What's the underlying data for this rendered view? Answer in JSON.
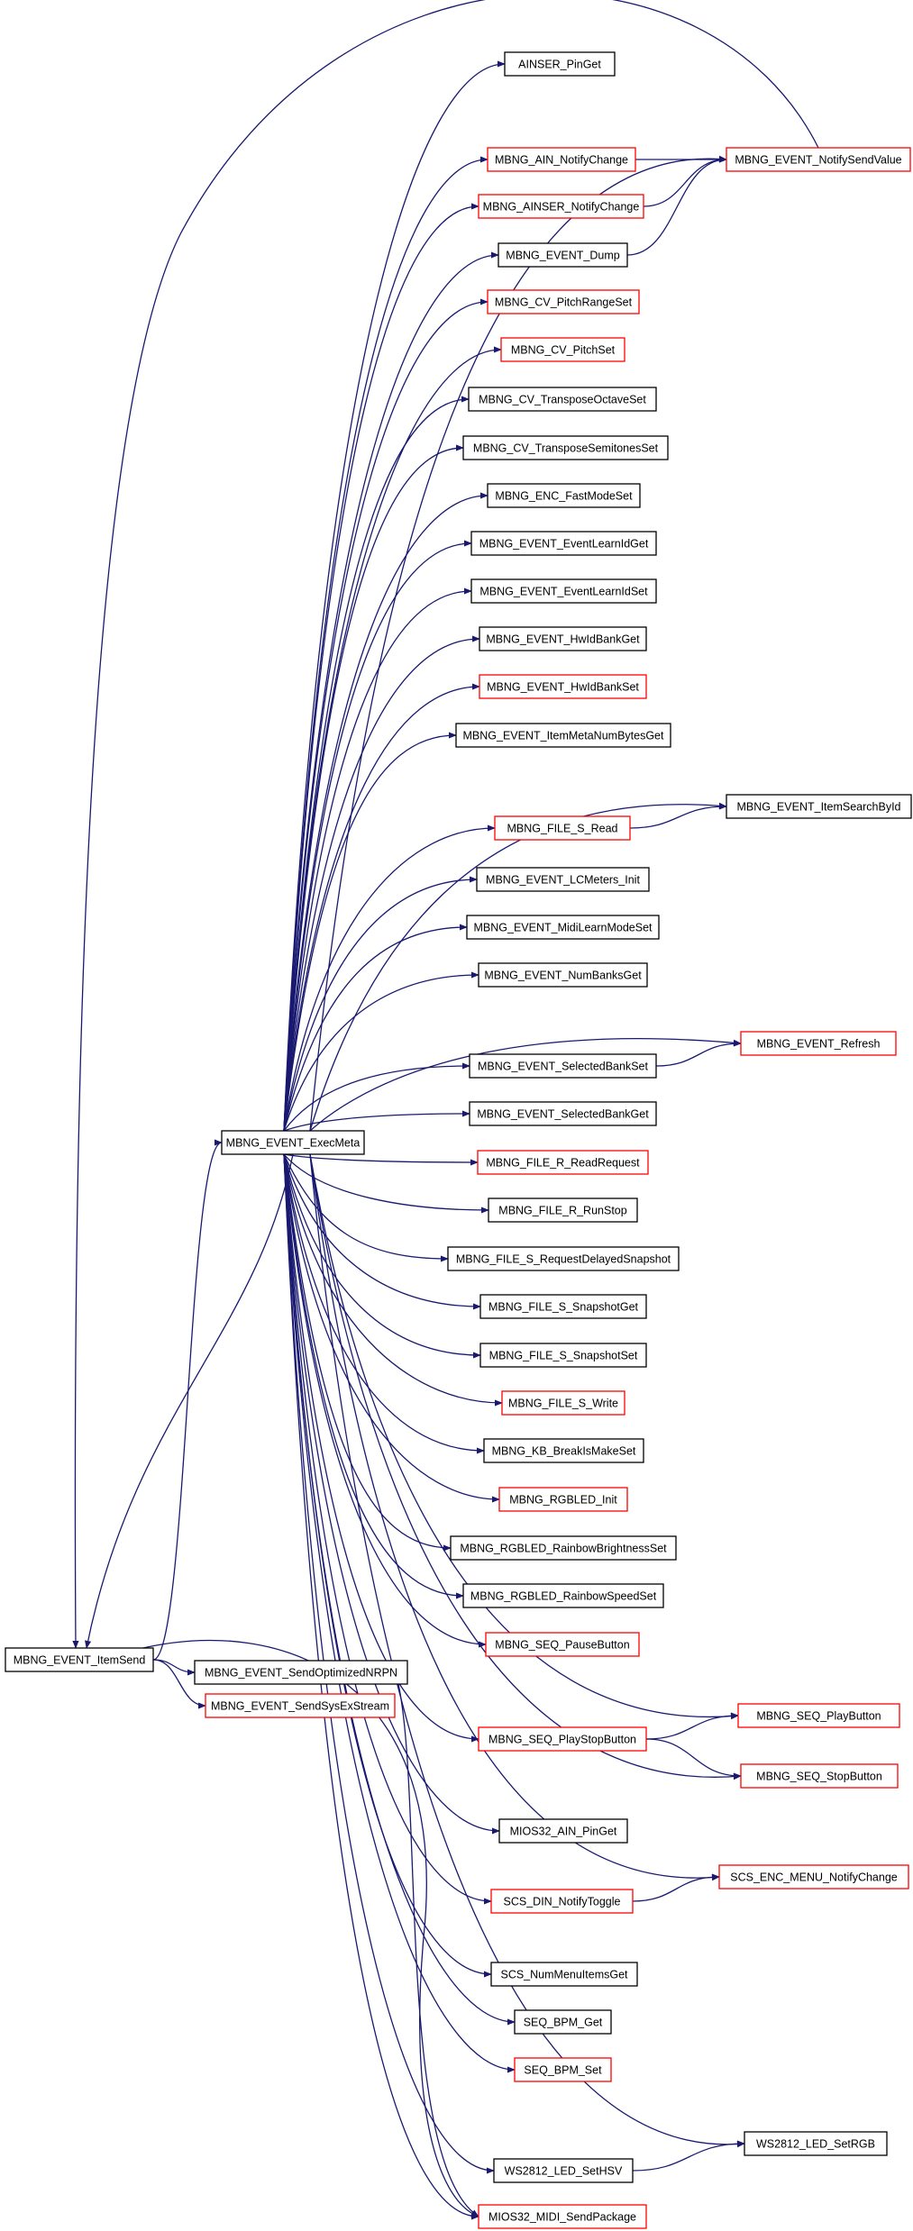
{
  "colors": {
    "edge": "#191970",
    "border_default": "#000000",
    "border_truncated": "#ff0000",
    "root_fill": "#bfbfbf",
    "background": "#ffffff"
  },
  "graph": {
    "nodes": [
      {
        "id": "n_itemsend",
        "label": "MBNG_EVENT_ItemSend",
        "kind": "root"
      },
      {
        "id": "n_execmeta",
        "label": "MBNG_EVENT_ExecMeta",
        "kind": "default"
      },
      {
        "id": "n_sendoptnrpn",
        "label": "MBNG_EVENT_SendOptimizedNRPN",
        "kind": "default"
      },
      {
        "id": "n_sendsysex",
        "label": "MBNG_EVENT_SendSysExStream",
        "kind": "truncated"
      },
      {
        "id": "n_ainser_pinget",
        "label": "AINSER_PinGet",
        "kind": "default"
      },
      {
        "id": "n_ain_notify",
        "label": "MBNG_AIN_NotifyChange",
        "kind": "truncated"
      },
      {
        "id": "n_notifysendvalue",
        "label": "MBNG_EVENT_NotifySendValue",
        "kind": "truncated"
      },
      {
        "id": "n_ainser_notify",
        "label": "MBNG_AINSER_NotifyChange",
        "kind": "truncated"
      },
      {
        "id": "n_event_dump",
        "label": "MBNG_EVENT_Dump",
        "kind": "default"
      },
      {
        "id": "n_cv_pitchrange",
        "label": "MBNG_CV_PitchRangeSet",
        "kind": "truncated"
      },
      {
        "id": "n_cv_pitchset",
        "label": "MBNG_CV_PitchSet",
        "kind": "truncated"
      },
      {
        "id": "n_cv_transoct",
        "label": "MBNG_CV_TransposeOctaveSet",
        "kind": "default"
      },
      {
        "id": "n_cv_transsemi",
        "label": "MBNG_CV_TransposeSemitonesSet",
        "kind": "default"
      },
      {
        "id": "n_enc_fastmode",
        "label": "MBNG_ENC_FastModeSet",
        "kind": "default"
      },
      {
        "id": "n_learnid_get",
        "label": "MBNG_EVENT_EventLearnIdGet",
        "kind": "default"
      },
      {
        "id": "n_learnid_set",
        "label": "MBNG_EVENT_EventLearnIdSet",
        "kind": "default"
      },
      {
        "id": "n_hwidbank_get",
        "label": "MBNG_EVENT_HwIdBankGet",
        "kind": "default"
      },
      {
        "id": "n_hwidbank_set",
        "label": "MBNG_EVENT_HwIdBankSet",
        "kind": "truncated"
      },
      {
        "id": "n_itemmeta_num",
        "label": "MBNG_EVENT_ItemMetaNumBytesGet",
        "kind": "default"
      },
      {
        "id": "n_itemsearchbyid",
        "label": "MBNG_EVENT_ItemSearchById",
        "kind": "default"
      },
      {
        "id": "n_file_s_read",
        "label": "MBNG_FILE_S_Read",
        "kind": "truncated"
      },
      {
        "id": "n_lcmeters_init",
        "label": "MBNG_EVENT_LCMeters_Init",
        "kind": "default"
      },
      {
        "id": "n_midilearn",
        "label": "MBNG_EVENT_MidiLearnModeSet",
        "kind": "default"
      },
      {
        "id": "n_numbanks",
        "label": "MBNG_EVENT_NumBanksGet",
        "kind": "default"
      },
      {
        "id": "n_refresh",
        "label": "MBNG_EVENT_Refresh",
        "kind": "truncated"
      },
      {
        "id": "n_selbank_set",
        "label": "MBNG_EVENT_SelectedBankSet",
        "kind": "default"
      },
      {
        "id": "n_selbank_get",
        "label": "MBNG_EVENT_SelectedBankGet",
        "kind": "default"
      },
      {
        "id": "n_file_r_readreq",
        "label": "MBNG_FILE_R_ReadRequest",
        "kind": "truncated"
      },
      {
        "id": "n_file_r_runstop",
        "label": "MBNG_FILE_R_RunStop",
        "kind": "default"
      },
      {
        "id": "n_file_s_reqsnap",
        "label": "MBNG_FILE_S_RequestDelayedSnapshot",
        "kind": "default"
      },
      {
        "id": "n_file_s_snapget",
        "label": "MBNG_FILE_S_SnapshotGet",
        "kind": "default"
      },
      {
        "id": "n_file_s_snapset",
        "label": "MBNG_FILE_S_SnapshotSet",
        "kind": "default"
      },
      {
        "id": "n_file_s_write",
        "label": "MBNG_FILE_S_Write",
        "kind": "truncated"
      },
      {
        "id": "n_kb_breakis",
        "label": "MBNG_KB_BreakIsMakeSet",
        "kind": "default"
      },
      {
        "id": "n_rgbled_init",
        "label": "MBNG_RGBLED_Init",
        "kind": "truncated"
      },
      {
        "id": "n_rgbled_rbright",
        "label": "MBNG_RGBLED_RainbowBrightnessSet",
        "kind": "default"
      },
      {
        "id": "n_rgbled_rspeed",
        "label": "MBNG_RGBLED_RainbowSpeedSet",
        "kind": "default"
      },
      {
        "id": "n_seq_pause",
        "label": "MBNG_SEQ_PauseButton",
        "kind": "truncated"
      },
      {
        "id": "n_seq_play",
        "label": "MBNG_SEQ_PlayButton",
        "kind": "truncated"
      },
      {
        "id": "n_seq_playstop",
        "label": "MBNG_SEQ_PlayStopButton",
        "kind": "truncated"
      },
      {
        "id": "n_seq_stop",
        "label": "MBNG_SEQ_StopButton",
        "kind": "truncated"
      },
      {
        "id": "n_mios_ain_pinget",
        "label": "MIOS32_AIN_PinGet",
        "kind": "default"
      },
      {
        "id": "n_scs_enc_menu",
        "label": "SCS_ENC_MENU_NotifyChange",
        "kind": "truncated"
      },
      {
        "id": "n_scs_din",
        "label": "SCS_DIN_NotifyToggle",
        "kind": "truncated"
      },
      {
        "id": "n_scs_nummenu",
        "label": "SCS_NumMenuItemsGet",
        "kind": "default"
      },
      {
        "id": "n_seq_bpm_get",
        "label": "SEQ_BPM_Get",
        "kind": "default"
      },
      {
        "id": "n_seq_bpm_set",
        "label": "SEQ_BPM_Set",
        "kind": "truncated"
      },
      {
        "id": "n_ws_setrgb",
        "label": "WS2812_LED_SetRGB",
        "kind": "default"
      },
      {
        "id": "n_ws_sethsv",
        "label": "WS2812_LED_SetHSV",
        "kind": "default"
      },
      {
        "id": "n_mios_midi_send",
        "label": "MIOS32_MIDI_SendPackage",
        "kind": "truncated"
      }
    ],
    "edges": [
      [
        "n_itemsend",
        "n_execmeta"
      ],
      [
        "n_itemsend",
        "n_sendoptnrpn"
      ],
      [
        "n_itemsend",
        "n_sendsysex"
      ],
      [
        "n_itemsend",
        "n_mios_midi_send"
      ],
      [
        "n_execmeta",
        "n_itemsend"
      ],
      [
        "n_execmeta",
        "n_ainser_pinget"
      ],
      [
        "n_execmeta",
        "n_ain_notify"
      ],
      [
        "n_execmeta",
        "n_notifysendvalue"
      ],
      [
        "n_execmeta",
        "n_ainser_notify"
      ],
      [
        "n_execmeta",
        "n_event_dump"
      ],
      [
        "n_execmeta",
        "n_cv_pitchrange"
      ],
      [
        "n_execmeta",
        "n_cv_pitchset"
      ],
      [
        "n_execmeta",
        "n_cv_transoct"
      ],
      [
        "n_execmeta",
        "n_cv_transsemi"
      ],
      [
        "n_execmeta",
        "n_enc_fastmode"
      ],
      [
        "n_execmeta",
        "n_learnid_get"
      ],
      [
        "n_execmeta",
        "n_learnid_set"
      ],
      [
        "n_execmeta",
        "n_hwidbank_get"
      ],
      [
        "n_execmeta",
        "n_hwidbank_set"
      ],
      [
        "n_execmeta",
        "n_itemmeta_num"
      ],
      [
        "n_execmeta",
        "n_itemsearchbyid"
      ],
      [
        "n_execmeta",
        "n_file_s_read"
      ],
      [
        "n_execmeta",
        "n_lcmeters_init"
      ],
      [
        "n_execmeta",
        "n_midilearn"
      ],
      [
        "n_execmeta",
        "n_numbanks"
      ],
      [
        "n_execmeta",
        "n_refresh"
      ],
      [
        "n_execmeta",
        "n_selbank_set"
      ],
      [
        "n_execmeta",
        "n_selbank_get"
      ],
      [
        "n_execmeta",
        "n_file_r_readreq"
      ],
      [
        "n_execmeta",
        "n_file_r_runstop"
      ],
      [
        "n_execmeta",
        "n_file_s_reqsnap"
      ],
      [
        "n_execmeta",
        "n_file_s_snapget"
      ],
      [
        "n_execmeta",
        "n_file_s_snapset"
      ],
      [
        "n_execmeta",
        "n_file_s_write"
      ],
      [
        "n_execmeta",
        "n_kb_breakis"
      ],
      [
        "n_execmeta",
        "n_rgbled_init"
      ],
      [
        "n_execmeta",
        "n_rgbled_rbright"
      ],
      [
        "n_execmeta",
        "n_rgbled_rspeed"
      ],
      [
        "n_execmeta",
        "n_seq_pause"
      ],
      [
        "n_execmeta",
        "n_seq_play"
      ],
      [
        "n_execmeta",
        "n_seq_playstop"
      ],
      [
        "n_execmeta",
        "n_seq_stop"
      ],
      [
        "n_execmeta",
        "n_mios_ain_pinget"
      ],
      [
        "n_execmeta",
        "n_scs_enc_menu"
      ],
      [
        "n_execmeta",
        "n_scs_din"
      ],
      [
        "n_execmeta",
        "n_scs_nummenu"
      ],
      [
        "n_execmeta",
        "n_seq_bpm_get"
      ],
      [
        "n_execmeta",
        "n_seq_bpm_set"
      ],
      [
        "n_execmeta",
        "n_ws_setrgb"
      ],
      [
        "n_execmeta",
        "n_ws_sethsv"
      ],
      [
        "n_execmeta",
        "n_mios_midi_send"
      ],
      [
        "n_sendoptnrpn",
        "n_mios_midi_send"
      ],
      [
        "n_ain_notify",
        "n_notifysendvalue"
      ],
      [
        "n_ainser_notify",
        "n_notifysendvalue"
      ],
      [
        "n_event_dump",
        "n_notifysendvalue"
      ],
      [
        "n_notifysendvalue",
        "n_itemsend"
      ],
      [
        "n_file_s_read",
        "n_itemsearchbyid"
      ],
      [
        "n_selbank_set",
        "n_refresh"
      ],
      [
        "n_seq_playstop",
        "n_seq_play"
      ],
      [
        "n_seq_playstop",
        "n_seq_stop"
      ],
      [
        "n_scs_din",
        "n_scs_enc_menu"
      ],
      [
        "n_ws_sethsv",
        "n_ws_setrgb"
      ]
    ]
  }
}
